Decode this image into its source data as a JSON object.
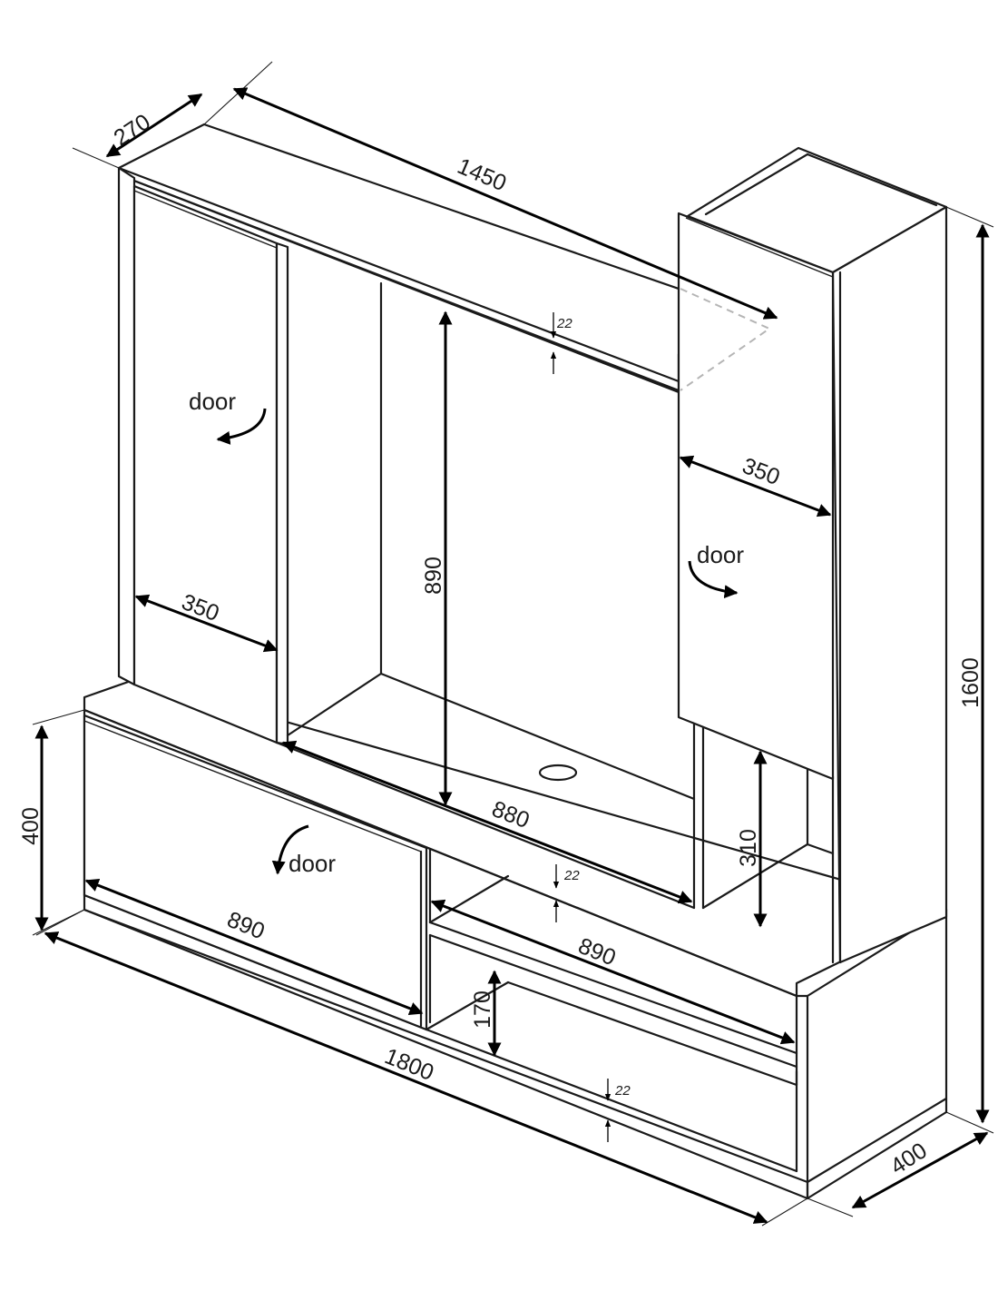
{
  "dimensions": {
    "total_width": "1800",
    "total_height": "1600",
    "base_depth": "400",
    "top_depth": "270",
    "top_width": "1450",
    "base_height": "400",
    "left_door_width": "350",
    "right_door_width": "350",
    "niche_height": "890",
    "niche_width": "880",
    "right_lower_gap": "310",
    "base_door_width": "890",
    "base_shelf_width": "890",
    "drawer_height": "170",
    "shelf_thickness_top": "22",
    "shelf_thickness_mid": "22",
    "shelf_thickness_bottom": "22"
  },
  "labels": {
    "left_door": "door",
    "right_door": "door",
    "base_door": "door"
  }
}
